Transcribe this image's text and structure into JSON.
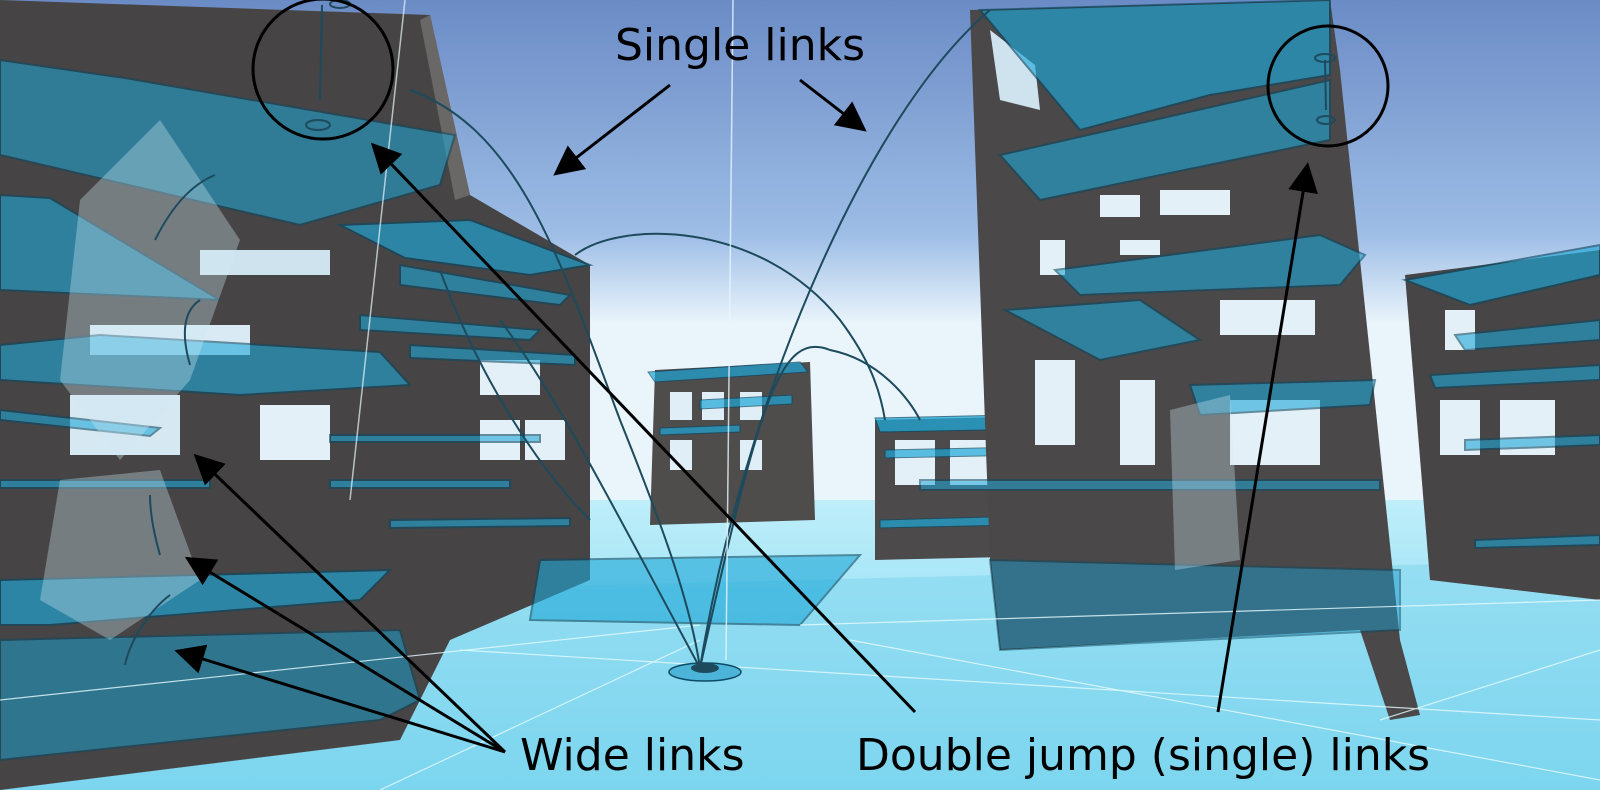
{
  "annotations": {
    "single_links": "Single links",
    "wide_links": "Wide links",
    "double_jump_links": "Double jump (single) links"
  },
  "colors": {
    "sky_top": "#6f8fc8",
    "sky_horizon": "#eaf4fb",
    "ground": "#8fdcf2",
    "building": "#4a4848",
    "navmesh_fill": "#1fa8d8",
    "navmesh_edge": "#0d4a63",
    "link_curve": "#1d4a5c",
    "annotation": "#000000"
  }
}
